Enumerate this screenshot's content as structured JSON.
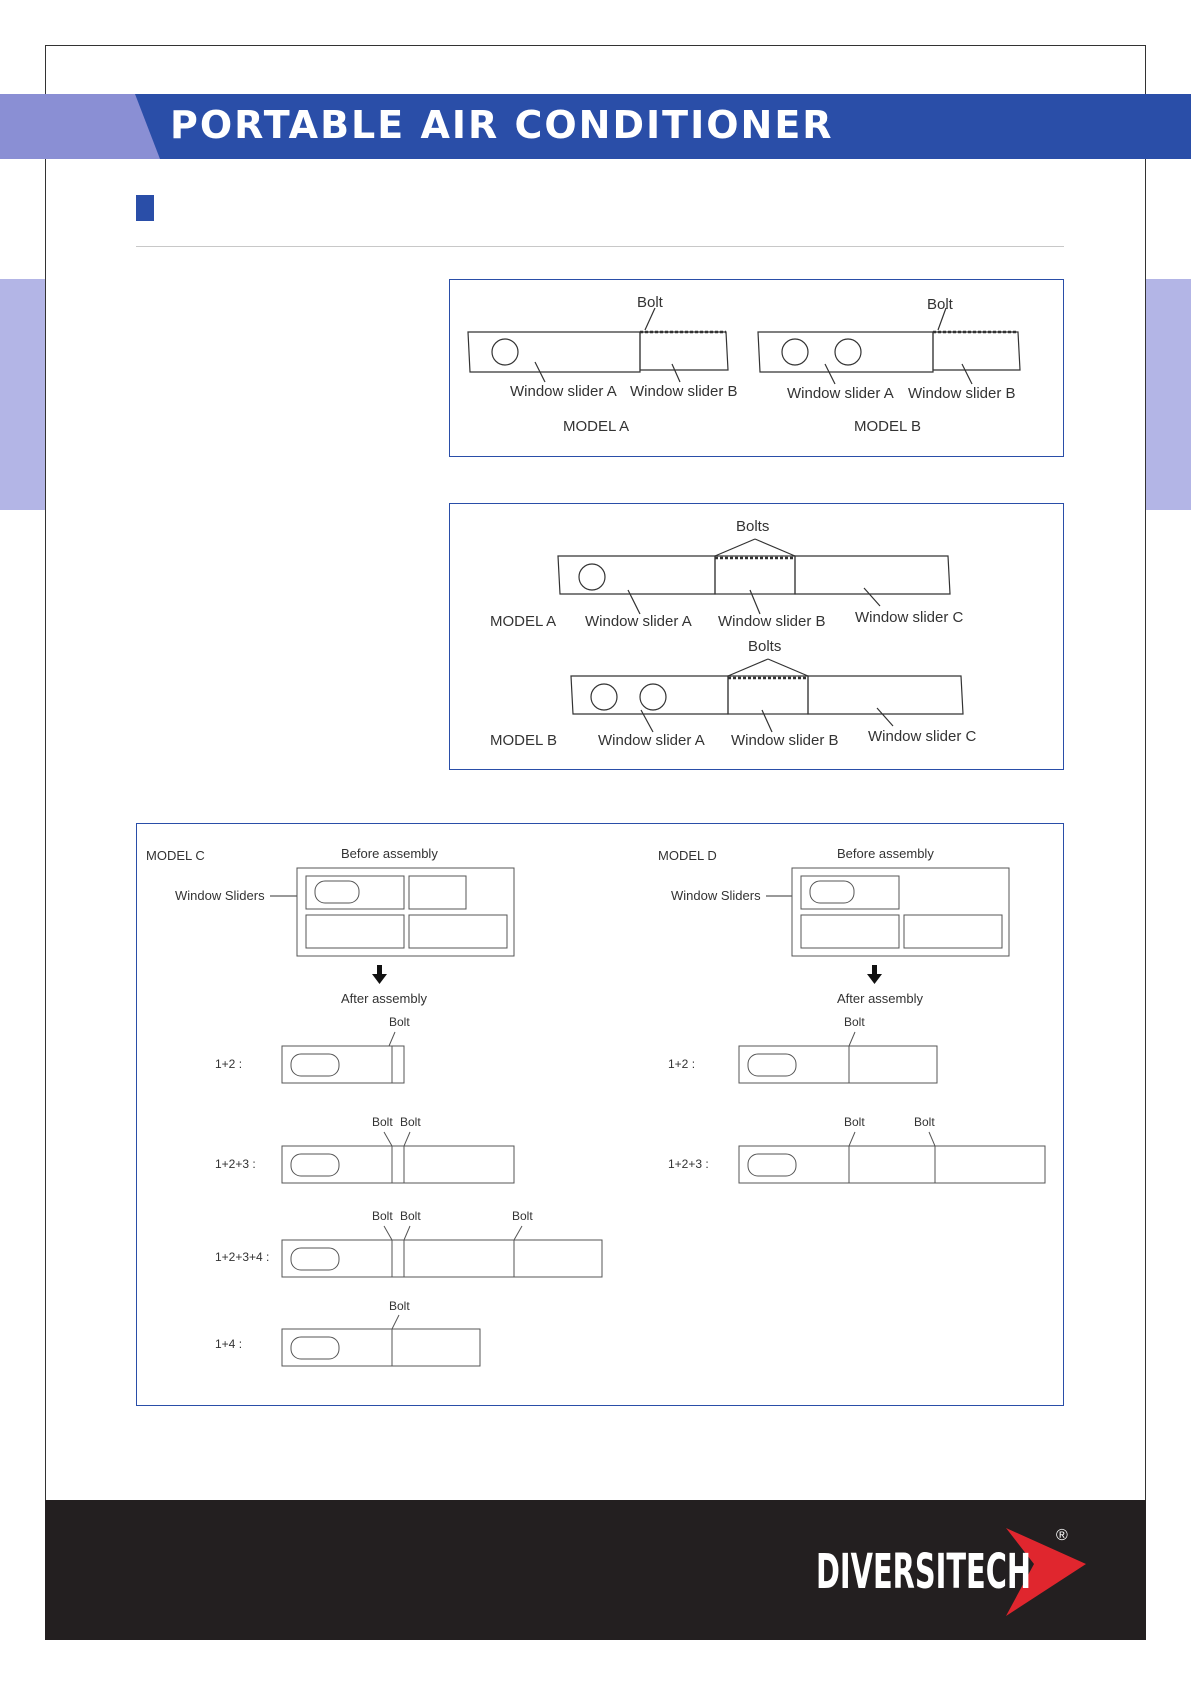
{
  "header": {
    "title": "PORTABLE AIR CONDITIONER"
  },
  "diagram1": {
    "bolt_label": "Bolt",
    "slider_a": "Window slider A",
    "slider_b": "Window slider B",
    "model_a": "MODEL A",
    "model_b": "MODEL B"
  },
  "diagram2": {
    "bolts_label": "Bolts",
    "model_a": "MODEL A",
    "model_b": "MODEL B",
    "slider_a": "Window slider A",
    "slider_b": "Window slider B",
    "slider_c": "Window slider C"
  },
  "diagram3": {
    "model_c": "MODEL C",
    "model_d": "MODEL D",
    "before": "Before assembly",
    "after": "After assembly",
    "window_sliders": "Window Sliders",
    "bolt": "Bolt",
    "combo_12": "1+2 :",
    "combo_123": "1+2+3 :",
    "combo_1234": "1+2+3+4 :",
    "combo_14": "1+4 :"
  },
  "footer": {
    "brand": "DIVERSITECH",
    "registered": "®"
  },
  "colors": {
    "brand_blue": "#2a4ea8",
    "light_violet": "#b3b5e6",
    "footer_dark": "#231f20",
    "logo_red": "#e0262e"
  }
}
